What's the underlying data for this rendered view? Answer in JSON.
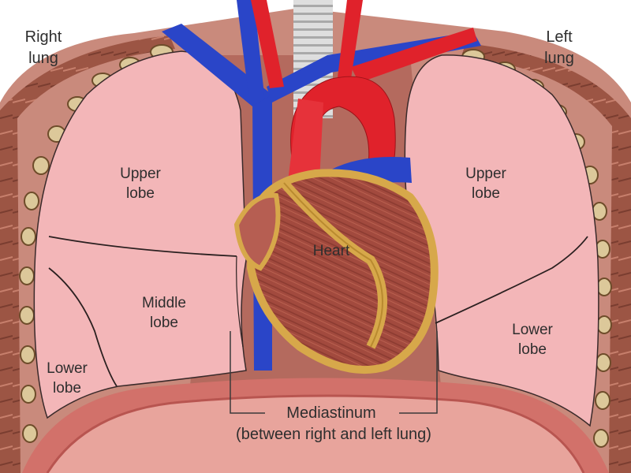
{
  "labels": {
    "right_lung": "Right\nlung",
    "left_lung": "Left\nlung",
    "right_upper_lobe": "Upper\nlobe",
    "middle_lobe": "Middle\nlobe",
    "right_lower_lobe": "Lower\nlobe",
    "left_upper_lobe": "Upper\nlobe",
    "left_lower_lobe": "Lower\nlobe",
    "heart": "Heart",
    "mediastinum": "Mediastinum",
    "mediastinum_note": "(between right and left lung)"
  },
  "colors": {
    "lung": "#f3b6b8",
    "lung_outline": "#3a2a2a",
    "vein": "#2a45c8",
    "artery": "#e0222b",
    "heart_muscle": "#a24a3e",
    "fat": "#d7a84a",
    "trachea": "#d9d9d9",
    "rib": "#9c5544",
    "diaphragm": "#d2716a"
  }
}
